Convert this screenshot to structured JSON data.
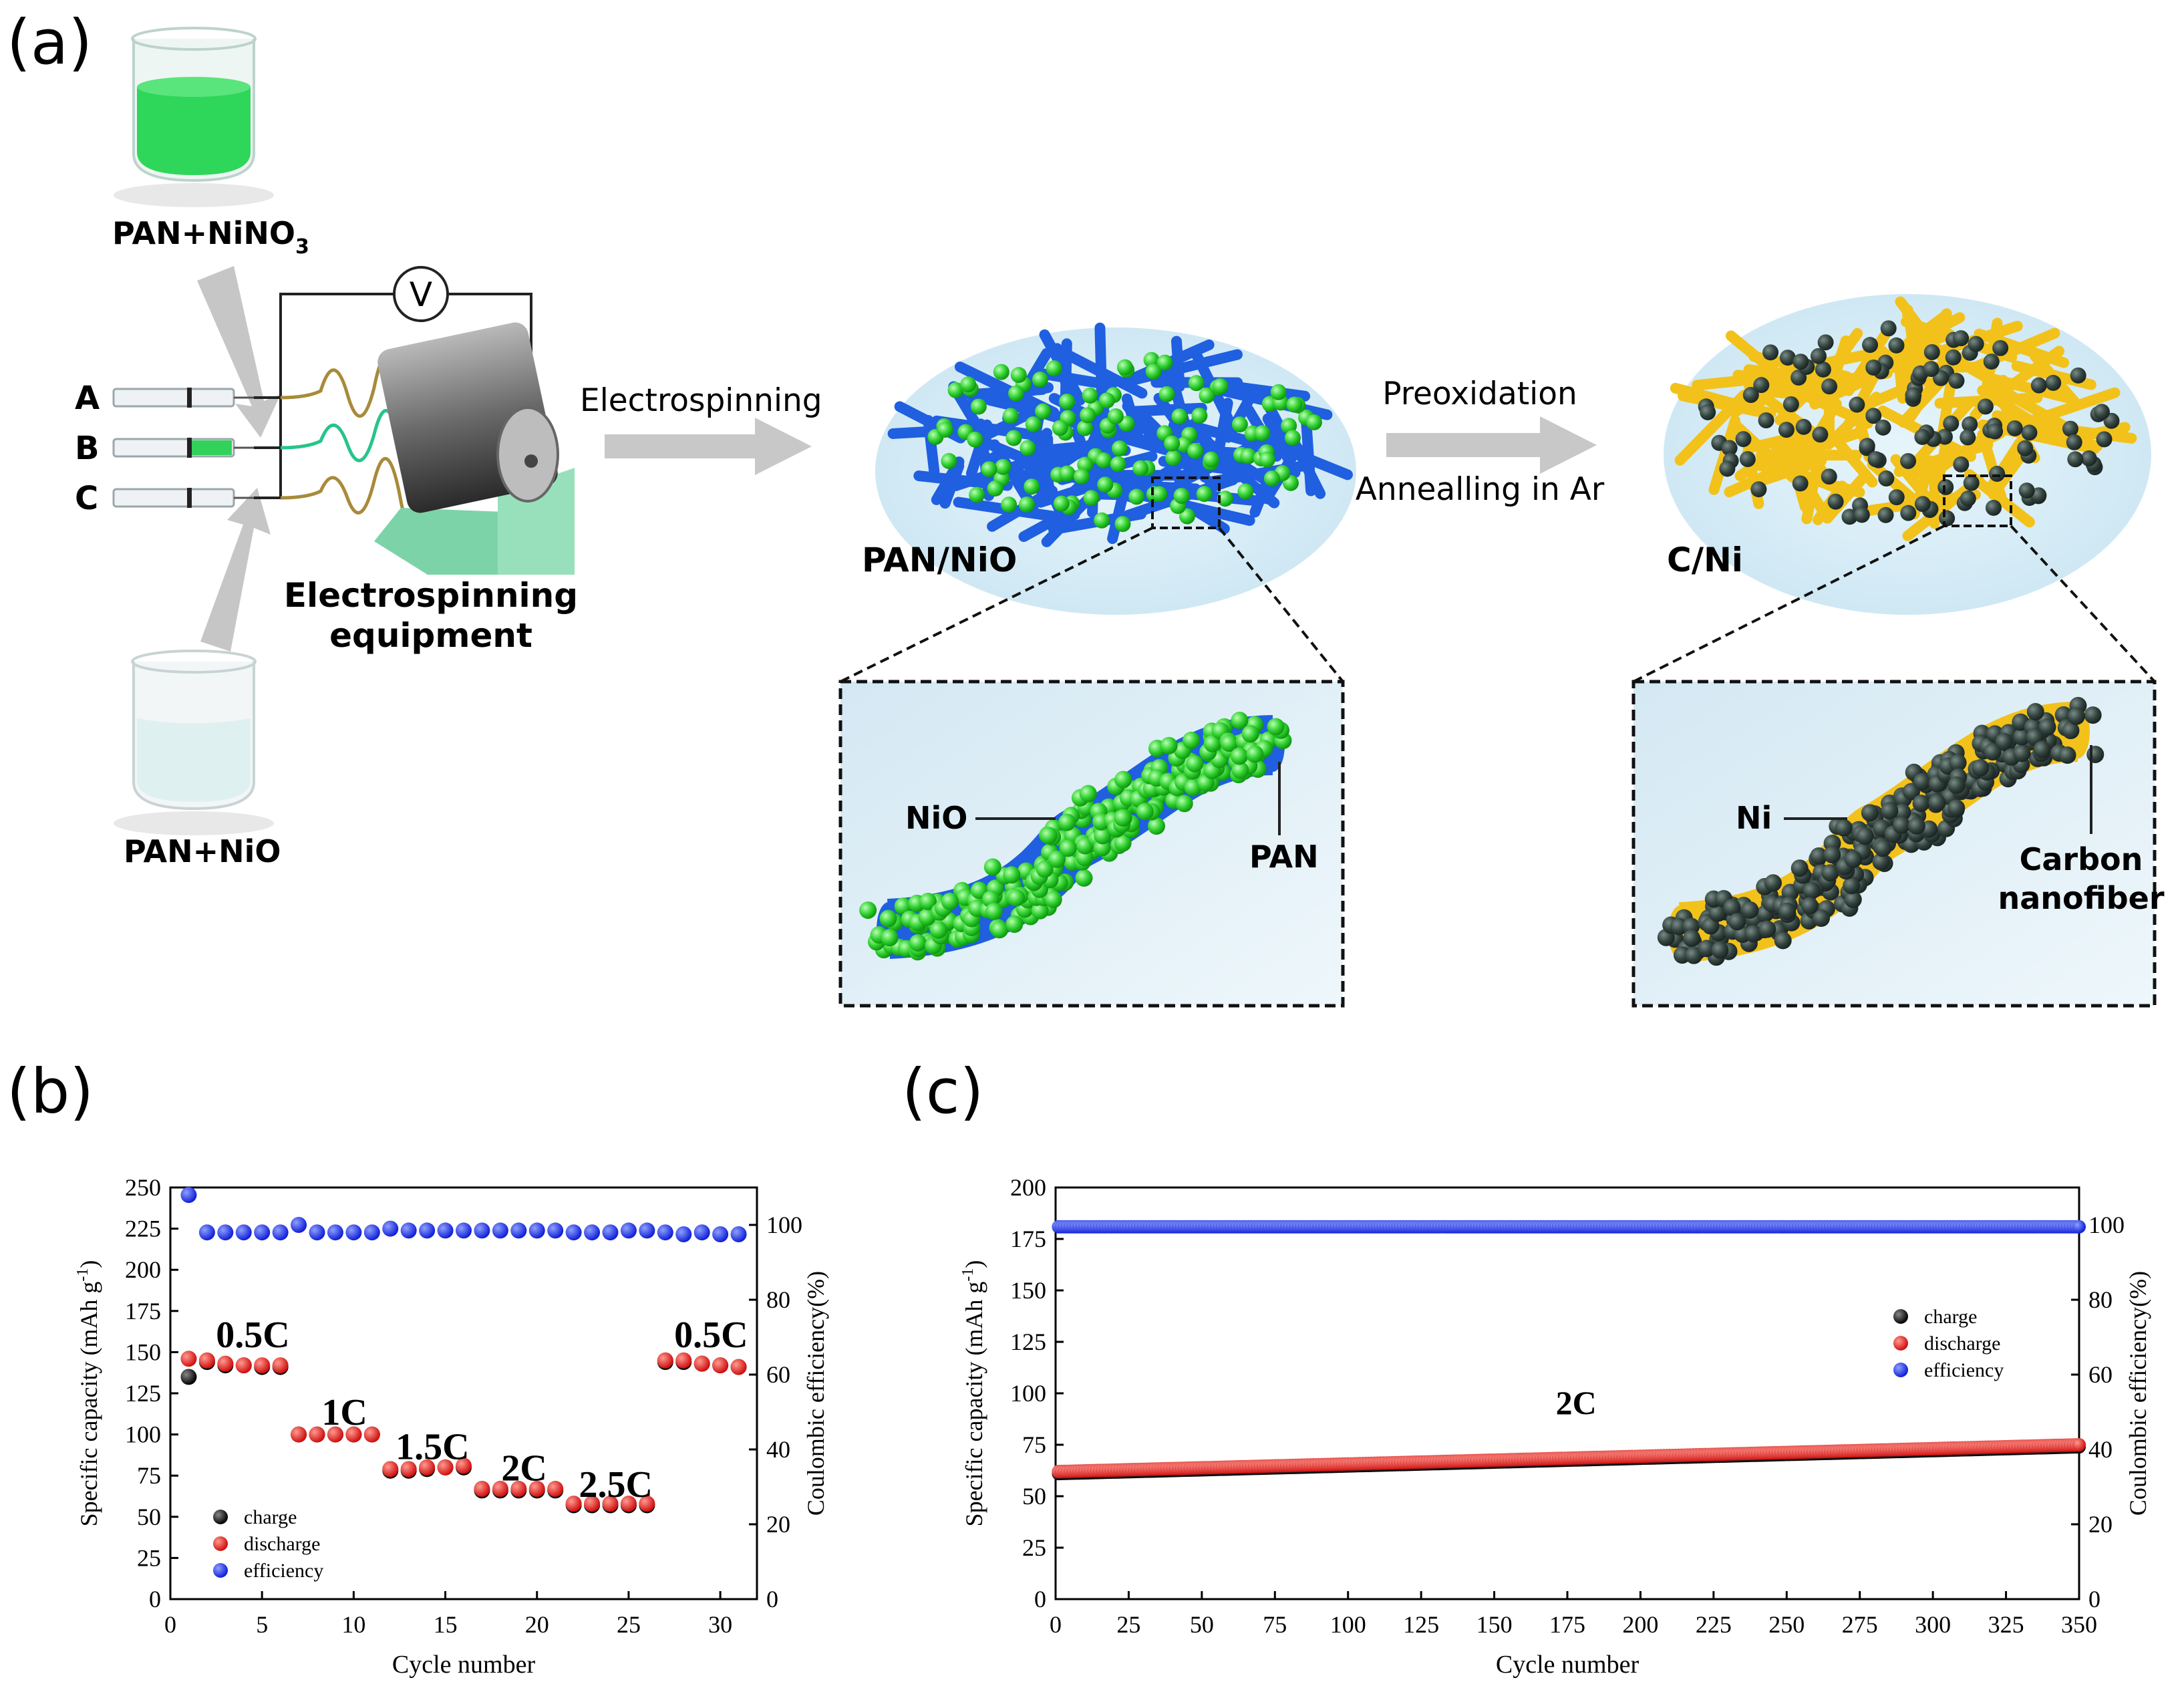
{
  "panel_a": {
    "letter": "(a)",
    "beaker_top_label": "PAN+NiNO",
    "beaker_top_sub": "3",
    "beaker_bottom_label": "PAN+NiO",
    "voltmeter": "V",
    "syringes": [
      "A",
      "B",
      "C"
    ],
    "equipment_label": [
      "Electrospinning",
      "equipment"
    ],
    "arrow1_label": "Electrospinning",
    "mat1_label": "PAN/NiO",
    "arrow2_label_top": "Preoxidation",
    "arrow2_label_bottom": "Annealling in Ar",
    "mat2_label": "C/Ni",
    "inset1": {
      "left_label": "NiO",
      "right_label": "PAN"
    },
    "inset2": {
      "left_label": "Ni",
      "right_label": [
        "Carbon",
        "nanofiber"
      ]
    },
    "colors": {
      "pan": "#1f5fe0",
      "nio": "#33d633",
      "carbon": "#f2c21b",
      "ni": "#2f3f3c",
      "mat_bg": "#d6ecf6",
      "arrow": "#c8c8c8"
    }
  },
  "chart_data": [
    {
      "panel": "(b)",
      "type": "scatter",
      "xlabel": "Cycle number",
      "ylabel": "Specific capacity (mAh g",
      "ylabel_sup": "-1",
      "ylabel_close": ")",
      "y2label": "Coulombic efficiency(%)",
      "xlim": [
        0,
        32
      ],
      "xticks": [
        0,
        5,
        10,
        15,
        20,
        25,
        30
      ],
      "ylim": [
        0,
        250
      ],
      "yticks": [
        0,
        25,
        50,
        75,
        100,
        125,
        150,
        175,
        200,
        225,
        250
      ],
      "y2lim": [
        0,
        110
      ],
      "y2ticks": [
        0,
        20,
        40,
        60,
        80,
        100
      ],
      "annotations": [
        {
          "text": "0.5C",
          "x": 4.5,
          "y": 153
        },
        {
          "text": "1C",
          "x": 9.5,
          "y": 106
        },
        {
          "text": "1.5C",
          "x": 14.3,
          "y": 85
        },
        {
          "text": "2C",
          "x": 19.3,
          "y": 72
        },
        {
          "text": "2.5C",
          "x": 24.3,
          "y": 62
        },
        {
          "text": "0.5C",
          "x": 29.5,
          "y": 153
        }
      ],
      "legend": {
        "position": "bottom-left",
        "entries": [
          "charge",
          "discharge",
          "efficiency"
        ]
      },
      "series": [
        {
          "name": "charge",
          "color": "#111111",
          "axis": "left",
          "x": [
            1,
            2,
            3,
            4,
            5,
            6,
            7,
            8,
            9,
            10,
            11,
            12,
            13,
            14,
            15,
            16,
            17,
            18,
            19,
            20,
            21,
            22,
            23,
            24,
            25,
            26,
            27,
            28,
            29,
            30,
            31
          ],
          "y": [
            135,
            144,
            142,
            142,
            141,
            141,
            100,
            100,
            100,
            100,
            100,
            78,
            78,
            79,
            80,
            80,
            66,
            66,
            66,
            66,
            66,
            57,
            57,
            57,
            57,
            57,
            144,
            144,
            143,
            142,
            141
          ]
        },
        {
          "name": "discharge",
          "color": "#e8201a",
          "axis": "left",
          "x": [
            1,
            2,
            3,
            4,
            5,
            6,
            7,
            8,
            9,
            10,
            11,
            12,
            13,
            14,
            15,
            16,
            17,
            18,
            19,
            20,
            21,
            22,
            23,
            24,
            25,
            26,
            27,
            28,
            29,
            30,
            31
          ],
          "y": [
            146,
            145,
            143,
            142,
            142,
            142,
            100,
            100,
            100,
            100,
            100,
            79,
            79,
            80,
            80,
            81,
            67,
            67,
            67,
            67,
            67,
            58,
            58,
            58,
            58,
            58,
            145,
            145,
            143,
            142,
            141
          ]
        },
        {
          "name": "efficiency",
          "color": "#1a2ee8",
          "axis": "right",
          "x": [
            1,
            2,
            3,
            4,
            5,
            6,
            7,
            8,
            9,
            10,
            11,
            12,
            13,
            14,
            15,
            16,
            17,
            18,
            19,
            20,
            21,
            22,
            23,
            24,
            25,
            26,
            27,
            28,
            29,
            30,
            31
          ],
          "y": [
            108,
            98,
            98,
            98,
            98,
            98,
            100,
            98,
            98,
            98,
            98,
            99,
            98.5,
            98.5,
            98.5,
            98.5,
            98.5,
            98.5,
            98.5,
            98.5,
            98.5,
            98,
            98,
            98,
            98.5,
            98.5,
            98,
            97.5,
            98,
            97.5,
            97.5
          ]
        }
      ]
    },
    {
      "panel": "(c)",
      "type": "scatter",
      "xlabel": "Cycle number",
      "ylabel": "Specific capacity (mAh g",
      "ylabel_sup": "-1",
      "ylabel_close": ")",
      "y2label": "Coulombic efficiency(%)",
      "xlim": [
        0,
        350
      ],
      "xticks": [
        0,
        25,
        50,
        75,
        100,
        125,
        150,
        175,
        200,
        225,
        250,
        275,
        300,
        325,
        350
      ],
      "ylim": [
        0,
        200
      ],
      "yticks": [
        0,
        25,
        50,
        75,
        100,
        125,
        150,
        175,
        200
      ],
      "y2lim": [
        0,
        110
      ],
      "y2ticks": [
        0,
        20,
        40,
        60,
        80,
        100
      ],
      "annotations": [
        {
          "text": "2C",
          "x": 178,
          "y": 90
        }
      ],
      "legend": {
        "position": "upper-right",
        "entries": [
          "charge",
          "discharge",
          "efficiency"
        ]
      },
      "series": [
        {
          "name": "charge",
          "color": "#111111",
          "axis": "left",
          "x_range": [
            1,
            350
          ],
          "y_start": 61,
          "y_end": 74
        },
        {
          "name": "discharge",
          "color": "#e8201a",
          "axis": "left",
          "x_range": [
            1,
            350
          ],
          "y_start": 62,
          "y_end": 75
        },
        {
          "name": "efficiency",
          "color": "#1a2ee8",
          "axis": "right",
          "x_range": [
            1,
            350
          ],
          "y_value": 99.5
        }
      ]
    }
  ]
}
